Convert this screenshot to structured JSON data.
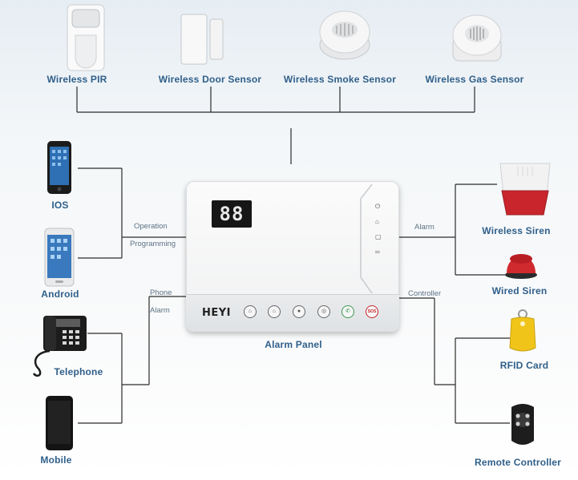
{
  "sensors": [
    {
      "name": "Wireless PIR",
      "icon": "pir-sensor-icon"
    },
    {
      "name": "Wireless Door Sensor",
      "icon": "door-sensor-icon"
    },
    {
      "name": "Wireless Smoke Sensor",
      "icon": "smoke-sensor-icon"
    },
    {
      "name": "Wireless Gas Sensor",
      "icon": "gas-sensor-icon"
    }
  ],
  "left_devices": [
    {
      "name": "IOS",
      "icon": "iphone-icon"
    },
    {
      "name": "Android",
      "icon": "android-phone-icon"
    },
    {
      "name": "Telephone",
      "icon": "telephone-icon"
    },
    {
      "name": "Mobile",
      "icon": "mobile-phone-icon"
    }
  ],
  "right_devices": [
    {
      "name": "Wireless Siren",
      "icon": "wireless-siren-icon"
    },
    {
      "name": "Wired Siren",
      "icon": "wired-siren-icon"
    },
    {
      "name": "RFID Card",
      "icon": "rfid-tag-icon"
    },
    {
      "name": "Remote Controller",
      "icon": "remote-controller-icon"
    }
  ],
  "connections": {
    "operation": "Operation",
    "programming": "Programming",
    "phone": "Phone",
    "alarm_left": "Alarm",
    "alarm_right": "Alarm",
    "controller": "Controller"
  },
  "panel": {
    "name": "Alarm Panel",
    "display": "88",
    "brand": "HEYI",
    "sos_label": "SOS"
  },
  "colors": {
    "label_text": "#2f5f8a",
    "siren_red": "#c8262c",
    "rfid_yellow": "#f0c419",
    "wire": "#2b2b2b"
  }
}
